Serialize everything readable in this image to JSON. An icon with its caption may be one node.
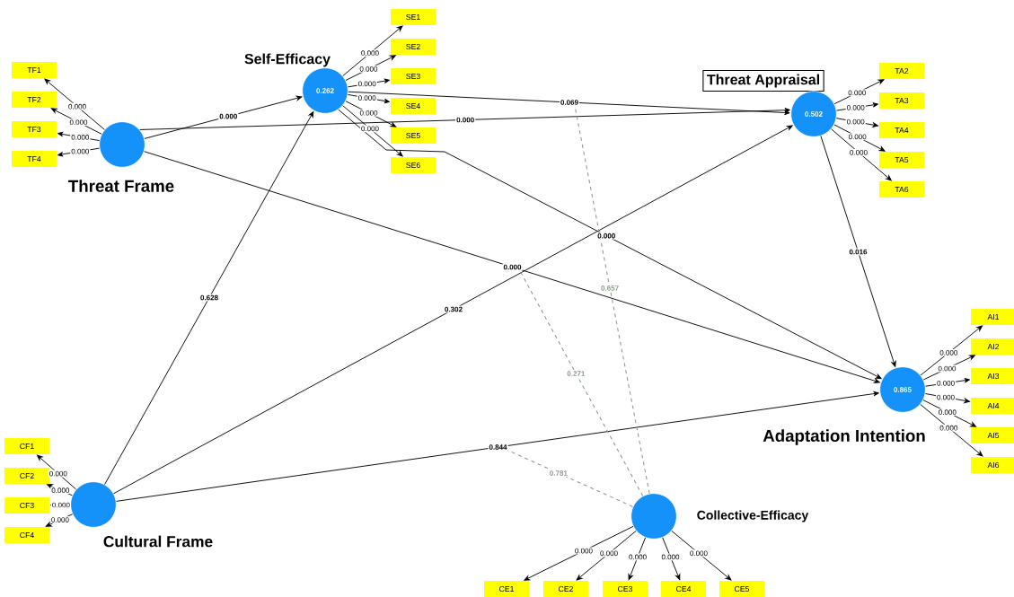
{
  "diagram": {
    "nodes": [
      {
        "text": [
          "Threat Frame"
        ]
      },
      {
        "text": [
          "Self-Efficacy",
          "0.262"
        ]
      },
      {
        "text": [
          "Threat Appraisal",
          "0.502"
        ]
      },
      {
        "text": [
          "0.865",
          "Adaptation Intention"
        ]
      },
      {
        "text": [
          "Cultural Frame"
        ]
      },
      {
        "text": [
          "Collective-Efficacy"
        ]
      },
      {
        "text": [
          "TF1"
        ]
      },
      {
        "text": [
          "TF2"
        ]
      },
      {
        "text": [
          "TF3"
        ]
      },
      {
        "text": [
          "TF4"
        ]
      },
      {
        "text": [
          "SE1"
        ]
      },
      {
        "text": [
          "SE2"
        ]
      },
      {
        "text": [
          "SE3"
        ]
      },
      {
        "text": [
          "SE4"
        ]
      },
      {
        "text": [
          "SE5"
        ]
      },
      {
        "text": [
          "SE6"
        ]
      },
      {
        "text": [
          "TA2"
        ]
      },
      {
        "text": [
          "TA3"
        ]
      },
      {
        "text": [
          "TA4"
        ]
      },
      {
        "text": [
          "TA5"
        ]
      },
      {
        "text": [
          "TA6"
        ]
      },
      {
        "text": [
          "AI1"
        ]
      },
      {
        "text": [
          "AI2"
        ]
      },
      {
        "text": [
          "AI3"
        ]
      },
      {
        "text": [
          "AI4"
        ]
      },
      {
        "text": [
          "AI5"
        ]
      },
      {
        "text": [
          "AI6"
        ]
      },
      {
        "text": [
          "CF1"
        ]
      },
      {
        "text": [
          "CF2"
        ]
      },
      {
        "text": [
          "CF3"
        ]
      },
      {
        "text": [
          "CF4"
        ]
      },
      {
        "text": [
          "CE1"
        ]
      },
      {
        "text": [
          "CE2"
        ]
      },
      {
        "text": [
          "CE3"
        ]
      },
      {
        "text": [
          "CE4"
        ]
      },
      {
        "text": [
          "CE5"
        ]
      }
    ],
    "edges": [
      {
        "from": 0,
        "to": 1,
        "arrow": "to",
        "label": "0.000"
      },
      {
        "from": 0,
        "to": 2,
        "arrow": "to",
        "label": "0.000"
      },
      {
        "from": 0,
        "to": 3,
        "arrow": "to",
        "label": "0.000"
      },
      {
        "from": 1,
        "to": 2,
        "arrow": "to",
        "label": "0.069"
      },
      {
        "from": 1,
        "to": 3,
        "arrow": "to",
        "label": "0.000"
      },
      {
        "from": 2,
        "to": 3,
        "arrow": "to",
        "label": "0.016"
      },
      {
        "from": 4,
        "to": 1,
        "arrow": "to",
        "label": "0.628"
      },
      {
        "from": 4,
        "to": 2,
        "arrow": "to",
        "label": "0.302"
      },
      {
        "from": 4,
        "to": 3,
        "arrow": "to",
        "label": "0.844"
      },
      {
        "from": 5,
        "to": null,
        "arrow": "none",
        "label": "0.271",
        "style": "dashed",
        "color": "#8c9a8c"
      },
      {
        "from": 5,
        "to": null,
        "arrow": "none",
        "label": "0.657",
        "style": "dashed",
        "color": "#8c9a8c"
      },
      {
        "from": 5,
        "to": null,
        "arrow": "none",
        "label": "0.781",
        "style": "dashed",
        "color": "#8c9a8c"
      },
      {
        "from": 0,
        "to": 6,
        "arrow": "to",
        "label": "0.000"
      },
      {
        "from": 0,
        "to": 7,
        "arrow": "to",
        "label": "0.000"
      },
      {
        "from": 0,
        "to": 8,
        "arrow": "to",
        "label": "0.000"
      },
      {
        "from": 0,
        "to": 9,
        "arrow": "to",
        "label": "0.000"
      },
      {
        "from": 1,
        "to": 10,
        "arrow": "to",
        "label": "0.000"
      },
      {
        "from": 1,
        "to": 11,
        "arrow": "to",
        "label": "0.000"
      },
      {
        "from": 1,
        "to": 12,
        "arrow": "to",
        "label": "0.000"
      },
      {
        "from": 1,
        "to": 13,
        "arrow": "to",
        "label": "0.000"
      },
      {
        "from": 1,
        "to": 14,
        "arrow": "to",
        "label": "0.000"
      },
      {
        "from": 1,
        "to": 15,
        "arrow": "to",
        "label": "0.000"
      },
      {
        "from": 2,
        "to": 16,
        "arrow": "to",
        "label": "0.000"
      },
      {
        "from": 2,
        "to": 17,
        "arrow": "to",
        "label": "0.000"
      },
      {
        "from": 2,
        "to": 18,
        "arrow": "to",
        "label": "0.000"
      },
      {
        "from": 2,
        "to": 19,
        "arrow": "to",
        "label": "0.000"
      },
      {
        "from": 2,
        "to": 20,
        "arrow": "to",
        "label": "0.000"
      },
      {
        "from": 3,
        "to": 21,
        "arrow": "to",
        "label": "0.000"
      },
      {
        "from": 3,
        "to": 22,
        "arrow": "to",
        "label": "0.000"
      },
      {
        "from": 3,
        "to": 23,
        "arrow": "to",
        "label": "0.000"
      },
      {
        "from": 3,
        "to": 24,
        "arrow": "to",
        "label": "0.000"
      },
      {
        "from": 3,
        "to": 25,
        "arrow": "to",
        "label": "0.000"
      },
      {
        "from": 3,
        "to": 26,
        "arrow": "to",
        "label": "0.000"
      },
      {
        "from": 4,
        "to": 27,
        "arrow": "to",
        "label": "0.000"
      },
      {
        "from": 4,
        "to": 28,
        "arrow": "to",
        "label": "0.000"
      },
      {
        "from": 4,
        "to": 29,
        "arrow": "to",
        "label": "0.000"
      },
      {
        "from": 4,
        "to": 30,
        "arrow": "to",
        "label": "0.000"
      },
      {
        "from": 5,
        "to": 31,
        "arrow": "to",
        "label": "0.000"
      },
      {
        "from": 5,
        "to": 32,
        "arrow": "to",
        "label": "0.000"
      },
      {
        "from": 5,
        "to": 33,
        "arrow": "to",
        "label": "0.000"
      },
      {
        "from": 5,
        "to": 34,
        "arrow": "to",
        "label": "0.000"
      },
      {
        "from": 5,
        "to": 35,
        "arrow": "to",
        "label": "0.000"
      }
    ]
  }
}
